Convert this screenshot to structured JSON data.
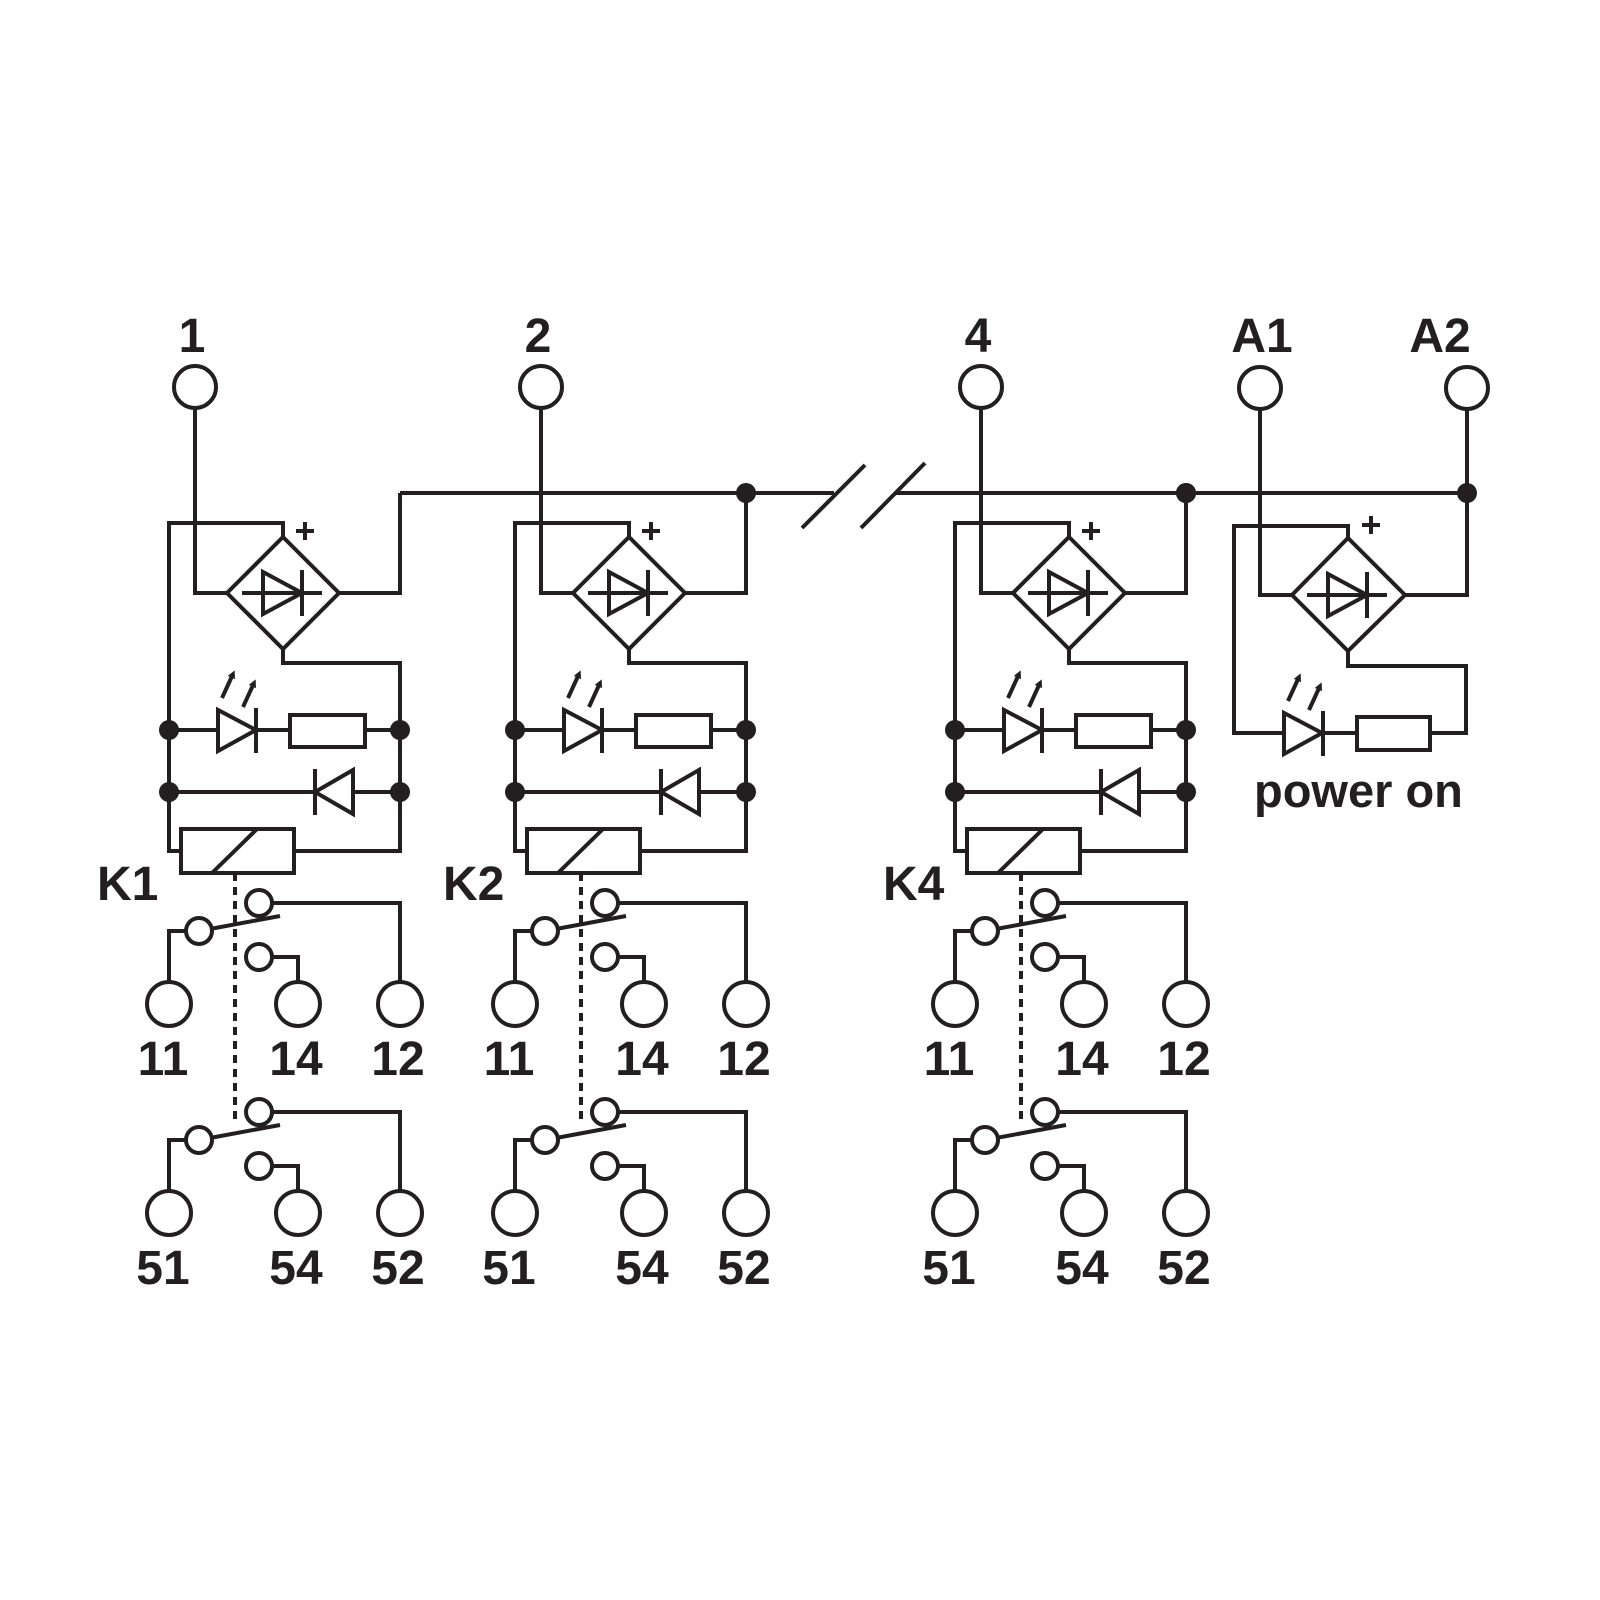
{
  "diagram": {
    "bus_break": true,
    "line_color": "#231f20"
  },
  "modules": [
    {
      "relay": "K1",
      "input": "1",
      "contacts": [
        [
          "11",
          "14",
          "12"
        ],
        [
          "51",
          "54",
          "52"
        ]
      ]
    },
    {
      "relay": "K2",
      "input": "2",
      "contacts": [
        [
          "11",
          "14",
          "12"
        ],
        [
          "51",
          "54",
          "52"
        ]
      ]
    },
    {
      "relay": "K4",
      "input": "4",
      "contacts": [
        [
          "11",
          "14",
          "12"
        ],
        [
          "51",
          "54",
          "52"
        ]
      ]
    }
  ],
  "power": {
    "terminal_a1": "A1",
    "terminal_a2": "A2",
    "caption": "power on"
  }
}
